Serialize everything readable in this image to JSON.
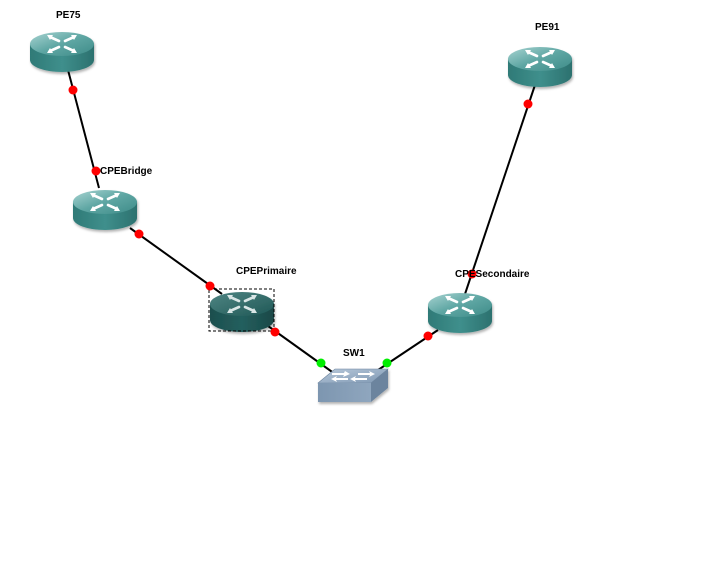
{
  "topology": {
    "nodes": [
      {
        "id": "PE75",
        "label": "PE75",
        "type": "router",
        "selected": false
      },
      {
        "id": "CPEBridge",
        "label": "CPEBridge",
        "type": "router",
        "selected": false
      },
      {
        "id": "CPEPrimaire",
        "label": "CPEPrimaire",
        "type": "router",
        "selected": true
      },
      {
        "id": "SW1",
        "label": "SW1",
        "type": "switch",
        "selected": false
      },
      {
        "id": "CPESecondaire",
        "label": "CPESecondaire",
        "type": "router",
        "selected": false
      },
      {
        "id": "PE91",
        "label": "PE91",
        "type": "router",
        "selected": false
      }
    ],
    "links": [
      {
        "from": "PE75",
        "to": "CPEBridge",
        "from_status": "down",
        "to_status": "down"
      },
      {
        "from": "CPEBridge",
        "to": "CPEPrimaire",
        "from_status": "down",
        "to_status": "down"
      },
      {
        "from": "CPEPrimaire",
        "to": "SW1",
        "from_status": "down",
        "to_status": "up"
      },
      {
        "from": "SW1",
        "to": "CPESecondaire",
        "from_status": "up",
        "to_status": "down"
      },
      {
        "from": "CPESecondaire",
        "to": "PE91",
        "from_status": "down",
        "to_status": "down"
      }
    ]
  },
  "colors": {
    "router": "#3f8f8c",
    "router_selected": "#245f5e",
    "switch": "#8aa3bd",
    "status_down": "#ff0000",
    "status_up": "#00ee00",
    "link": "#000000"
  }
}
